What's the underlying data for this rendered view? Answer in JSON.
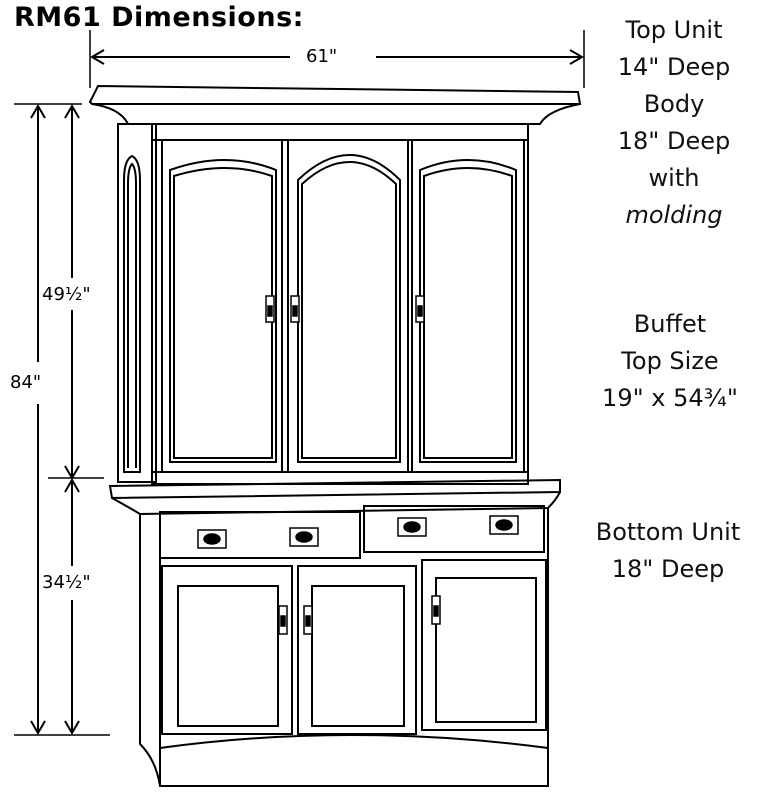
{
  "title": "RM61 Dimensions:",
  "dimensions": {
    "width": "61\"",
    "total_height": "84\"",
    "top_height": "49½\"",
    "bottom_height": "34½\""
  },
  "notes": {
    "top_unit": [
      "Top Unit",
      "14\" Deep"
    ],
    "body": [
      "Body",
      "18\" Deep",
      "with",
      "molding"
    ],
    "buffet": [
      "Buffet",
      "Top Size",
      "19\" x 54¾\""
    ],
    "bottom_unit": [
      "Bottom Unit",
      "18\" Deep"
    ]
  }
}
